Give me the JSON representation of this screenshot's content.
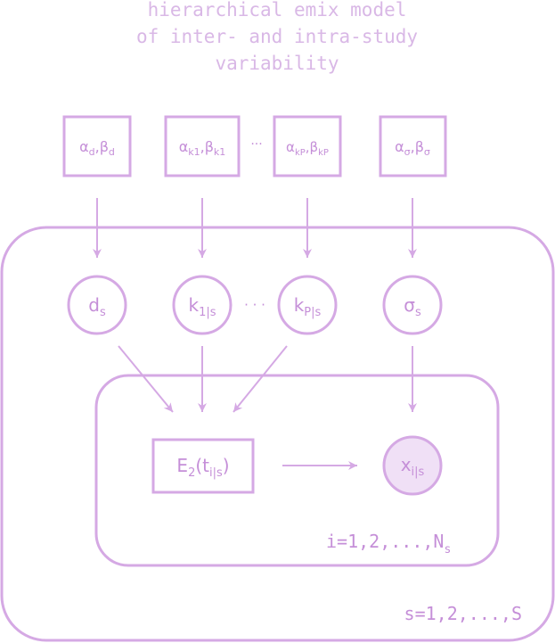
{
  "title": {
    "line1": "hierarchical emix model",
    "line2": "of inter- and intra-study",
    "line3": "variability"
  },
  "hyperpriors": {
    "d": {
      "alpha": "α",
      "alpha_sub": "d",
      "sep": ",",
      "beta": "β",
      "beta_sub": "d"
    },
    "k1": {
      "alpha": "α",
      "alpha_sub": "k1",
      "sep": ",",
      "beta": "β",
      "beta_sub": "k1"
    },
    "ellipsis": "···",
    "kP": {
      "alpha": "α",
      "alpha_sub": "kP",
      "sep": ",",
      "beta": "β",
      "beta_sub": "kP"
    },
    "sigma": {
      "alpha": "α",
      "alpha_sub": "σ",
      "sep": ",",
      "beta": "β",
      "beta_sub": "σ"
    }
  },
  "nodes": {
    "d": {
      "main": "d",
      "sub": "s"
    },
    "k1": {
      "main": "k",
      "sub": "1|s"
    },
    "ellipsis": "· · ·",
    "kP": {
      "main": "k",
      "sub": "P|s"
    },
    "sigma": {
      "main": "σ",
      "sub": "s"
    },
    "e2": {
      "main": "E",
      "sub": "2",
      "open": "(t",
      "arg_sub": "i|s",
      "close": ")"
    },
    "x": {
      "main": "x",
      "sub": "i|s"
    }
  },
  "plates": {
    "inner_label": {
      "text": "i=1,2,...,N",
      "sub": "s"
    },
    "outer_label": "s=1,2,...,S"
  },
  "colors": {
    "stroke": "#d5a9e4",
    "text": "#c58fd8",
    "observed_fill": "#f0e0f6"
  }
}
